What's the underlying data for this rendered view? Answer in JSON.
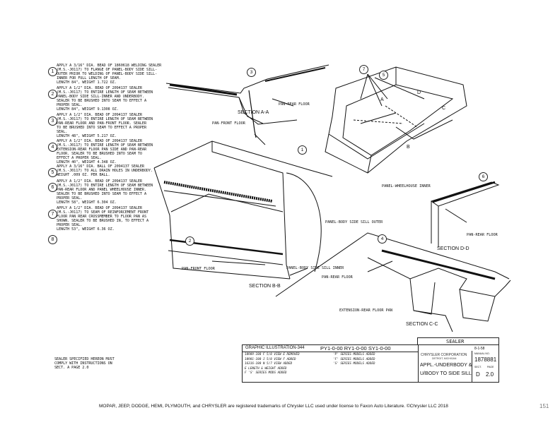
{
  "notes": [
    {
      "num": "1",
      "lines": [
        "APPLY A 3/16\" DIA. BEAD OF 1860618 WELDING SEALER",
        "(M.S.-J0117) TO FLANGE OF PANEL-BODY SIDE SILL-",
        "OUTER PRIOR TO WELDING OF PANEL-BODY SIDE SILL-",
        "INNER FOR FULL LENGTH OF SEAM.",
        "LENGTH 84\", WEIGHT 1.722 OZ."
      ]
    },
    {
      "num": "2",
      "lines": [
        "APPLY A 1/2\" DIA. BEAD OF 2094137 SEALER",
        "(M.S.-J0117) TO ENTIRE LENGTH OF SEAM BETWEEN",
        "PANEL-BODY SIDE SILL-INNER AND UNDERBODY.",
        "SEALER TO BE BRUSHED INTO SEAM TO EFFECT A",
        "PROPER SEAL.",
        "LENGTH 84\", WEIGHT 9.1308 OZ."
      ]
    },
    {
      "num": "3",
      "lines": [
        "APPLY A 1/2\" DIA. BEAD OF 2094137 SEALER",
        "(M.S.-J0117) TO ENTIRE LENGTH OF SEAM BETWEEN",
        "PAN-REAR FLOOR AND PAN-FRONT FLOOR. SEALER",
        "TO BE BRUSHED INTO SEAM TO EFFECT A PROPER",
        "SEAL.",
        "LENGTH 48\", WEIGHT 5.217 OZ."
      ]
    },
    {
      "num": "4",
      "lines": [
        "APPLY A 1/2\" DIA. BEAD OF 2094137 SEALER",
        "(M.S.-J0117) TO ENTIRE LENGTH OF SEAM BETWEEN",
        "EXTENSION-REAR FLOOR PAN SIDE AND PAN-REAR",
        "FLOOR. SEALER TO BE BRUSHED INTO SEAM TO",
        "EFFECT A PROPER SEAL.",
        "LENGTH 40\", WEIGHT 4.348 OZ."
      ]
    },
    {
      "num": "5",
      "lines": [
        "APPLY A 3/16\" DIA. BALL OF 2094137 SEALER",
        "(M.S.-J0117) TO ALL DRAIN HOLES IN UNDERBODY.",
        "WEIGHT .009 OZ. PER BALL."
      ]
    },
    {
      "num": "6",
      "lines": [
        "APPLY A 1/2\" DIA. BEAD OF 2094137 SEALER",
        "(M.S.-J0117) TO ENTIRE LENGTH OF SEAM BETWEEN",
        "PAN-REAR FLOOR AND PANEL WHEELHOUSE INNER.",
        "SEALER TO BE BRUSHED INTO SEAM TO EFFECT A",
        "PROPER SEAL.",
        "LENGTH 58\", WEIGHT 6.304 OZ."
      ]
    },
    {
      "num": "7",
      "lines": [
        "APPLY A 1/2\" DIA. BEAD OF 2094137 SEALER",
        "(M.S.-J0117) TO SEAM OF REINFORCEMENT FRONT",
        "FLOOR PAN REAR CROSSMEMBER TO FLOOR PAN AS",
        "SHOWN. SEALER TO BE BRUSHED IN, TO EFFECT A",
        "PROPER SEAL.",
        "LENGTH 53\", WEIGHT 6.36 OZ."
      ]
    },
    {
      "num": "8",
      "lines": []
    }
  ],
  "bottom_note": [
    "SEALER SPECIFIED HEREON MUST",
    "COMPLY WITH INSTRUCTIONS ON",
    "SECT. A PAGE 2.0"
  ],
  "labels": {
    "pan_rear_floor_a": "PAN-REAR FLOOR",
    "pan_front_floor_a": "PAN-FRONT FLOOR",
    "section_a": "SECTION A-A",
    "wheelhouse": "PANEL-WHEELHOUSE INNER",
    "pan_rear_floor_d": "PAN-REAR FLOOR",
    "section_d": "SECTION D-D",
    "sill_outer": "PANEL-BODY SIDE SILL OUTER",
    "sill_inner": "PANEL-BODY SIDE SILL INNER",
    "pan_front_floor_b": "PAN-FRONT FLOOR",
    "section_b": "SECTION B-B",
    "pan_rear_floor_c": "PAN-REAR FLOOR",
    "extension": "EXTENSION-REAR FLOOR PAN",
    "section_c": "SECTION C-C",
    "view_a": "A",
    "view_b": "B",
    "view_c": "C",
    "view_d": "D"
  },
  "callouts": [
    "3",
    "7",
    "5",
    "6",
    "1",
    "2",
    "4"
  ],
  "title_block": {
    "graphic": "GRAPHIC ILLUSTRATION-344",
    "models": "PY1-0-00   RY1-0-00   SY1-0-00",
    "revisions": [
      "10909-180  F  5/8 VIEW E REMOVED",
      "10901-180  J  5/8 VIEW F ADDED",
      "16316-180  N  5/7 VIEW ADDED",
      "E  LENGTH & WEIGHT ADDED",
      "F  'S' SERIES MODS ADDED"
    ],
    "changes": [
      "'P' SERIES MODELS ADDED",
      "'F' SERIES MODELS ADDED",
      "'S' SERIES MODELS ADDED"
    ],
    "sealer": "SEALER",
    "date": "8-1-58",
    "company": "CHRYSLER CORPORATION",
    "company_sub": "DETROIT, MICHIGAN",
    "title1": "APPL.-UNDERBODY &",
    "title2": "U/BODY TO SIDE SILL",
    "manual_label": "MANUAL NO.",
    "manual_no": "1878881",
    "sect_label": "SECT.",
    "sect": "D",
    "page_label": "PAGE",
    "page": "2.0"
  },
  "watermark": "Faxon AUTO LITERATURE",
  "footer": "MOPAR, JEEP, DODGE, HEMI, PLYMOUTH, and CHRYSLER are registered trademarks of Chrysler LLC used under license to Faxon Auto Literature. ©Chrysler LLC 2018",
  "page_number": "151"
}
